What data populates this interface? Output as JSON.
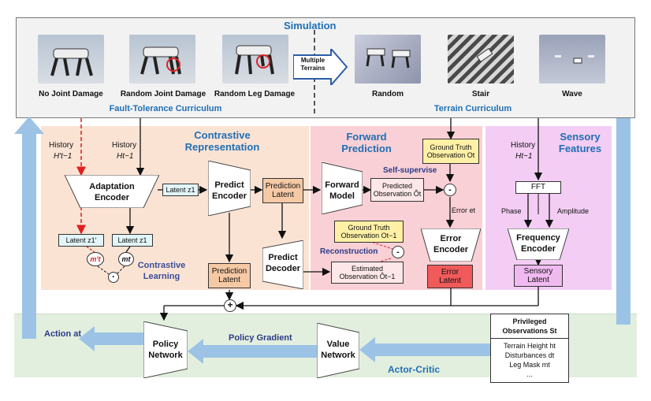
{
  "simulation": {
    "title": "Simulation",
    "fault_curriculum_title": "Fault-Tolerance Curriculum",
    "terrain_curriculum_title": "Terrain Curriculum",
    "multiple_terrains": [
      "Multiple",
      "Terrains"
    ],
    "robots": [
      {
        "label": "No Joint Damage"
      },
      {
        "label": "Random Joint Damage"
      },
      {
        "label": "Random Leg Damage"
      }
    ],
    "terrains": [
      {
        "label": "Random"
      },
      {
        "label": "Stair"
      },
      {
        "label": "Wave"
      }
    ]
  },
  "contrastive": {
    "title": [
      "Contrastive",
      "Representation"
    ],
    "history_prime": [
      "History",
      "H′t−1"
    ],
    "history": [
      "History",
      "Ht−1"
    ],
    "adaptation_encoder": [
      "Adaptation",
      "Encoder"
    ],
    "latent_z1": "Latent z1",
    "latent_z1_prime": "Latent z1′",
    "latent_z1_b": "Latent z1",
    "m_prime": "m′t",
    "m": "mt",
    "dot": "·",
    "contrastive_learning": [
      "Contrastive",
      "Learning"
    ],
    "predict_encoder": [
      "Predict",
      "Encoder"
    ],
    "prediction_latent_1": [
      "Prediction",
      "Latent"
    ],
    "prediction_latent_2": [
      "Prediction",
      "Latent"
    ],
    "predict_decoder": [
      "Predict",
      "Decoder"
    ]
  },
  "forward": {
    "title": [
      "Forward",
      "Prediction"
    ],
    "forward_model": [
      "Forward",
      "Model"
    ],
    "ground_truth_ot": [
      "Ground Truth",
      "Observation Ot"
    ],
    "self_supervise": "Self-supervise",
    "predicted_obs": [
      "Predicted",
      "Observation Ôt"
    ],
    "minus": "-",
    "error_et": "Error et",
    "ground_truth_ot1": [
      "Ground Truth",
      "Observation Ot−1"
    ],
    "reconstruction": "Reconstruction",
    "estimated_obs": [
      "Estimated",
      "Observation Ôt−1"
    ],
    "error_encoder": [
      "Error",
      "Encoder"
    ],
    "error_latent": [
      "Error",
      "Latent"
    ]
  },
  "sensory": {
    "title": [
      "Sensory",
      "Features"
    ],
    "history": [
      "History",
      "Ht−1"
    ],
    "fft": "FFT",
    "phase": "Phase",
    "amplitude": "Amplitude",
    "frequency_encoder": [
      "Frequency",
      "Encoder"
    ],
    "sensory_latent": [
      "Sensory",
      "Latent"
    ]
  },
  "actor_critic": {
    "title": "Actor-Critic",
    "action": "Action at",
    "policy_network": [
      "Policy",
      "Network"
    ],
    "policy_gradient": "Policy Gradient",
    "value_network": [
      "Value",
      "Network"
    ],
    "plus": "+",
    "privileged_title": [
      "Privileged",
      "Observations St"
    ],
    "privileged_items": [
      "Terrain Height ht",
      "Disturbances dt",
      "Leg Mask mt",
      "..."
    ]
  },
  "colors": {
    "blue_title": "#1f6fb5",
    "arrow_blue": "#9cc3e6",
    "contrastive_bg": "#fbe3d4",
    "forward_bg": "#f9d0d6",
    "sensory_bg": "#f3cdf3",
    "actor_bg": "#e3efde",
    "sim_bg": "#f2f2f2",
    "latent_cyan": "#e2f5f8",
    "latent_orange": "#f6c9a5",
    "gt_yellow": "#fff0a6",
    "error_red": "#f05a5a",
    "sensory_pink": "#f0b9ef",
    "dashed_red": "#e02020"
  }
}
